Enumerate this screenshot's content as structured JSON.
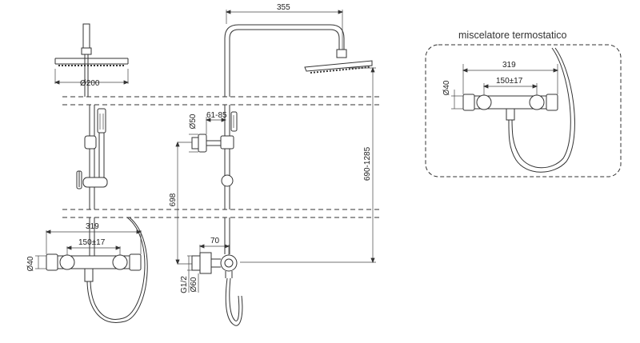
{
  "labels": {
    "panel_title": "miscelatore termostatico",
    "d200": "Ø200",
    "w355": "355",
    "w319_left": "319",
    "w150_left": "150±17",
    "d40_left": "Ø40",
    "d50": "Ø50",
    "w61_85": "61-85",
    "h698": "698",
    "h690_1285": "690-1285",
    "w70": "70",
    "g12": "G1/2",
    "d60": "Ø60",
    "w319_right": "319",
    "w150_right": "150±17",
    "d40_right": "Ø40"
  }
}
